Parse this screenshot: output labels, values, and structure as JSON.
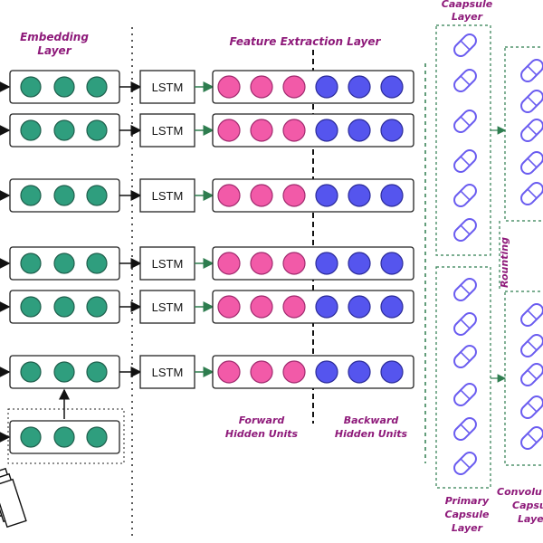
{
  "labels": {
    "embedding": [
      "Embedding",
      "Layer"
    ],
    "feature": "Feature Extraction Layer",
    "forward": [
      "Forward",
      "Hidden Units"
    ],
    "backward": [
      "Backward",
      "Hidden Units"
    ],
    "caps_top": [
      "Caapsule",
      "Layer"
    ],
    "primary": [
      "Primary",
      "Capsule",
      "Layer"
    ],
    "conv": [
      "Convolu",
      "Capsu",
      "Laye"
    ],
    "routing": "Rounting"
  },
  "lstm_label": "LSTM",
  "rows": [
    {
      "lstm": "LSTM"
    },
    {
      "lstm": "LSTM"
    },
    {
      "lstm": "LSTM"
    },
    {
      "lstm": "LSTM"
    },
    {
      "lstm": "LSTM"
    },
    {
      "lstm": "LSTM"
    }
  ],
  "colors": {
    "embedding_node": "#2f9e7e",
    "forward_node": "#f25aa8",
    "backward_node": "#5555ee",
    "capsule": "#6a5cf0",
    "label": "#8e1a7a",
    "dashed_frame": "#2e7d4f"
  },
  "icons": {
    "capsule": "pill-icon",
    "arrow": "arrow-right-icon",
    "document": "document-stack-icon"
  }
}
